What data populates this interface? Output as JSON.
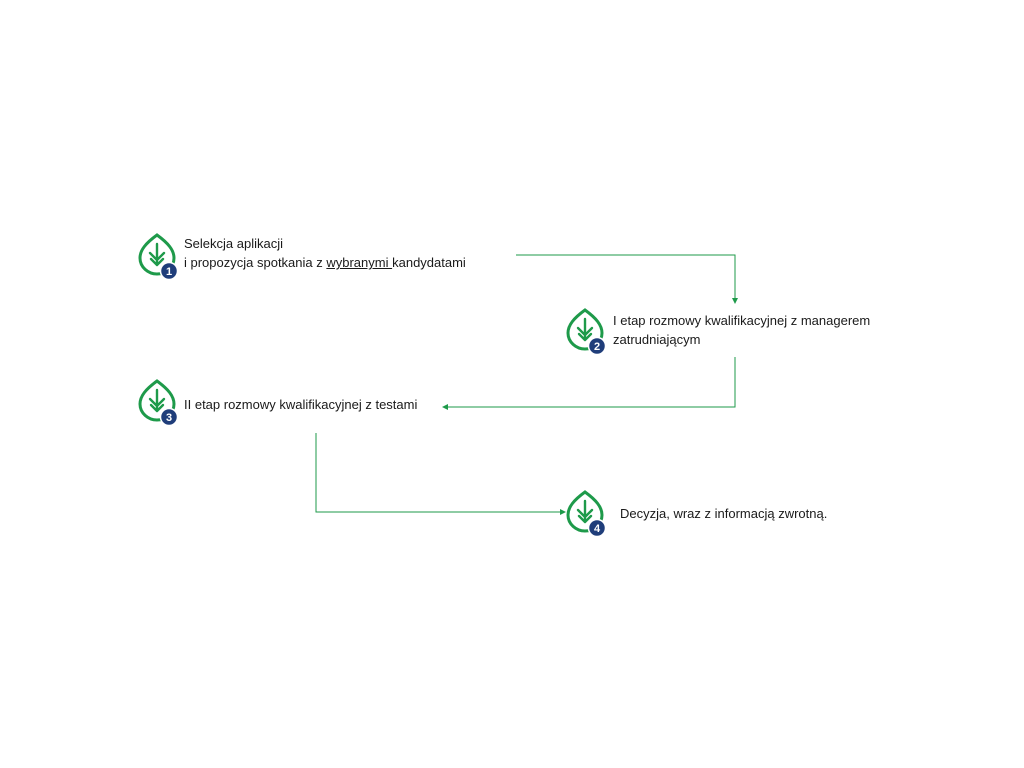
{
  "colors": {
    "accent_green": "#1e9a4a",
    "badge_navy": "#1f3d7a",
    "text": "#1a1a1a"
  },
  "steps": [
    {
      "number": "1",
      "icon": "leaf-arrow-icon",
      "line1": "Selekcja aplikacji",
      "line2_prefix": "i propozycja spotkania z ",
      "line2_underlined": "wybranymi ",
      "line2_suffix": "kandydatami"
    },
    {
      "number": "2",
      "icon": "leaf-arrow-icon",
      "line1": "I etap rozmowy kwalifikacyjnej z managerem",
      "line2": "zatrudniającym"
    },
    {
      "number": "3",
      "icon": "leaf-arrow-icon",
      "line1": "II etap rozmowy kwalifikacyjnej z testami"
    },
    {
      "number": "4",
      "icon": "leaf-arrow-icon",
      "line1": "Decyzja, wraz z informacją zwrotną."
    }
  ]
}
